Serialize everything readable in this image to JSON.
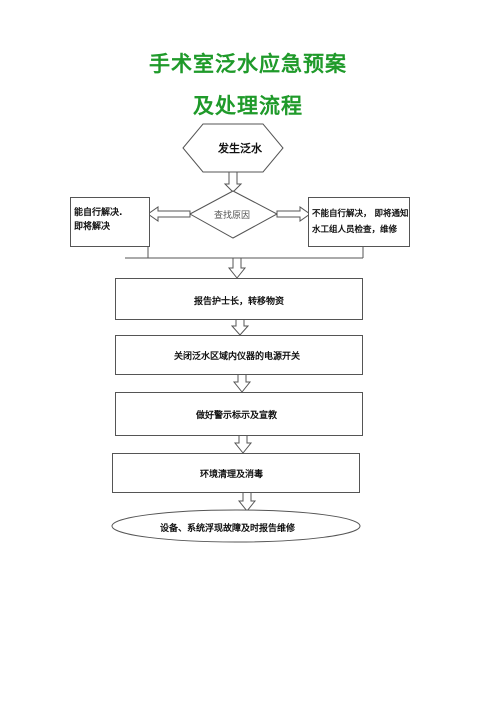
{
  "title": {
    "line1": "手术室泛水应急预案",
    "line2": "及处理流程"
  },
  "flow": {
    "start": "发生泛水",
    "decision": "查找原因",
    "left_box": {
      "line1": "能自行解决.",
      "line2": "即将解决"
    },
    "right_box": {
      "line1": "不能自行解决， 即将通知",
      "line2": "水工组人员检查，维修"
    },
    "step1": "报告护士长，转移物资",
    "step2": "关闭泛水区域内仪器的电源开关",
    "step3": "做好警示标示及宣教",
    "step4": "环境清理及消毒",
    "end": "设备、系统浮现故障及时报告维修"
  },
  "colors": {
    "title": "#1f9a2a",
    "stroke": "#555555"
  }
}
